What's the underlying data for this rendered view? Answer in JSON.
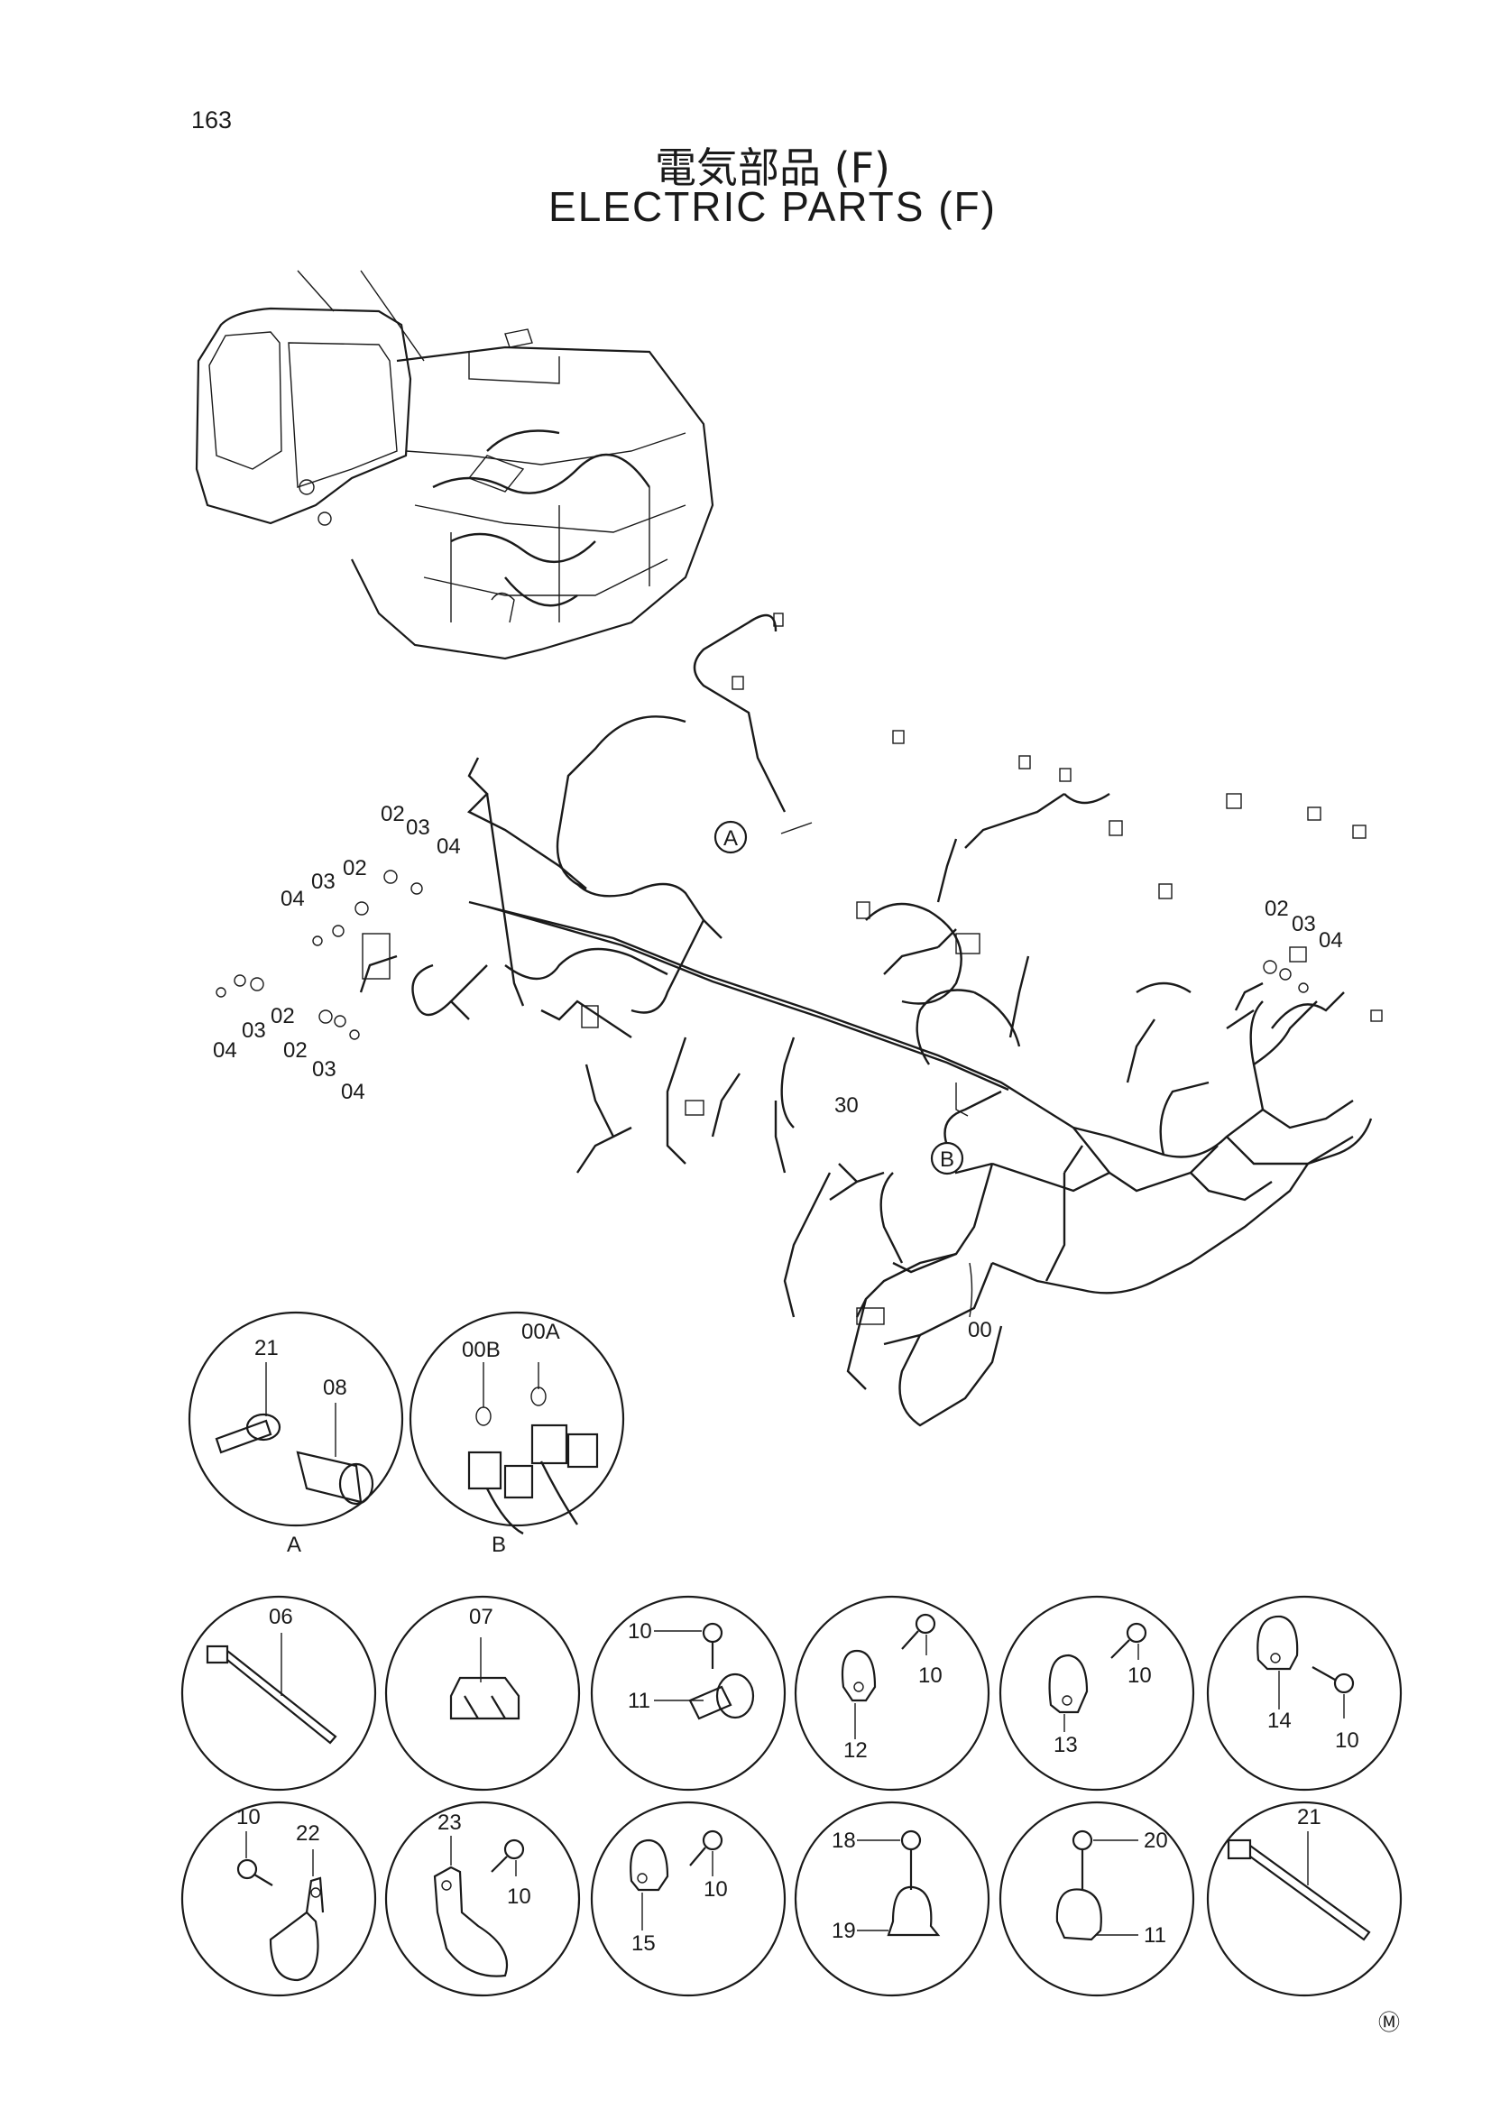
{
  "page_number": "163",
  "title_jp": "電気部品 (F)",
  "title_en": "ELECTRIC  PARTS  (F)",
  "copyright_mark": "Ⓜ",
  "callouts": {
    "view_a": "A",
    "view_b": "B",
    "harness": "00",
    "harness_section": "30",
    "p02": "02",
    "p03": "03",
    "p04": "04"
  },
  "detail_a": {
    "label": "A",
    "parts": [
      "21",
      "08"
    ]
  },
  "detail_b": {
    "label": "B",
    "parts": [
      "00B",
      "00A"
    ]
  },
  "details_row1": [
    {
      "parts": [
        "06"
      ]
    },
    {
      "parts": [
        "07"
      ]
    },
    {
      "parts": [
        "10",
        "11"
      ]
    },
    {
      "parts": [
        "10",
        "12"
      ]
    },
    {
      "parts": [
        "10",
        "13"
      ]
    },
    {
      "parts": [
        "14",
        "10"
      ]
    }
  ],
  "details_row2": [
    {
      "parts": [
        "10",
        "22"
      ]
    },
    {
      "parts": [
        "23",
        "10"
      ]
    },
    {
      "parts": [
        "10",
        "15"
      ]
    },
    {
      "parts": [
        "18",
        "19"
      ]
    },
    {
      "parts": [
        "20",
        "11"
      ]
    },
    {
      "parts": [
        "21"
      ]
    }
  ]
}
